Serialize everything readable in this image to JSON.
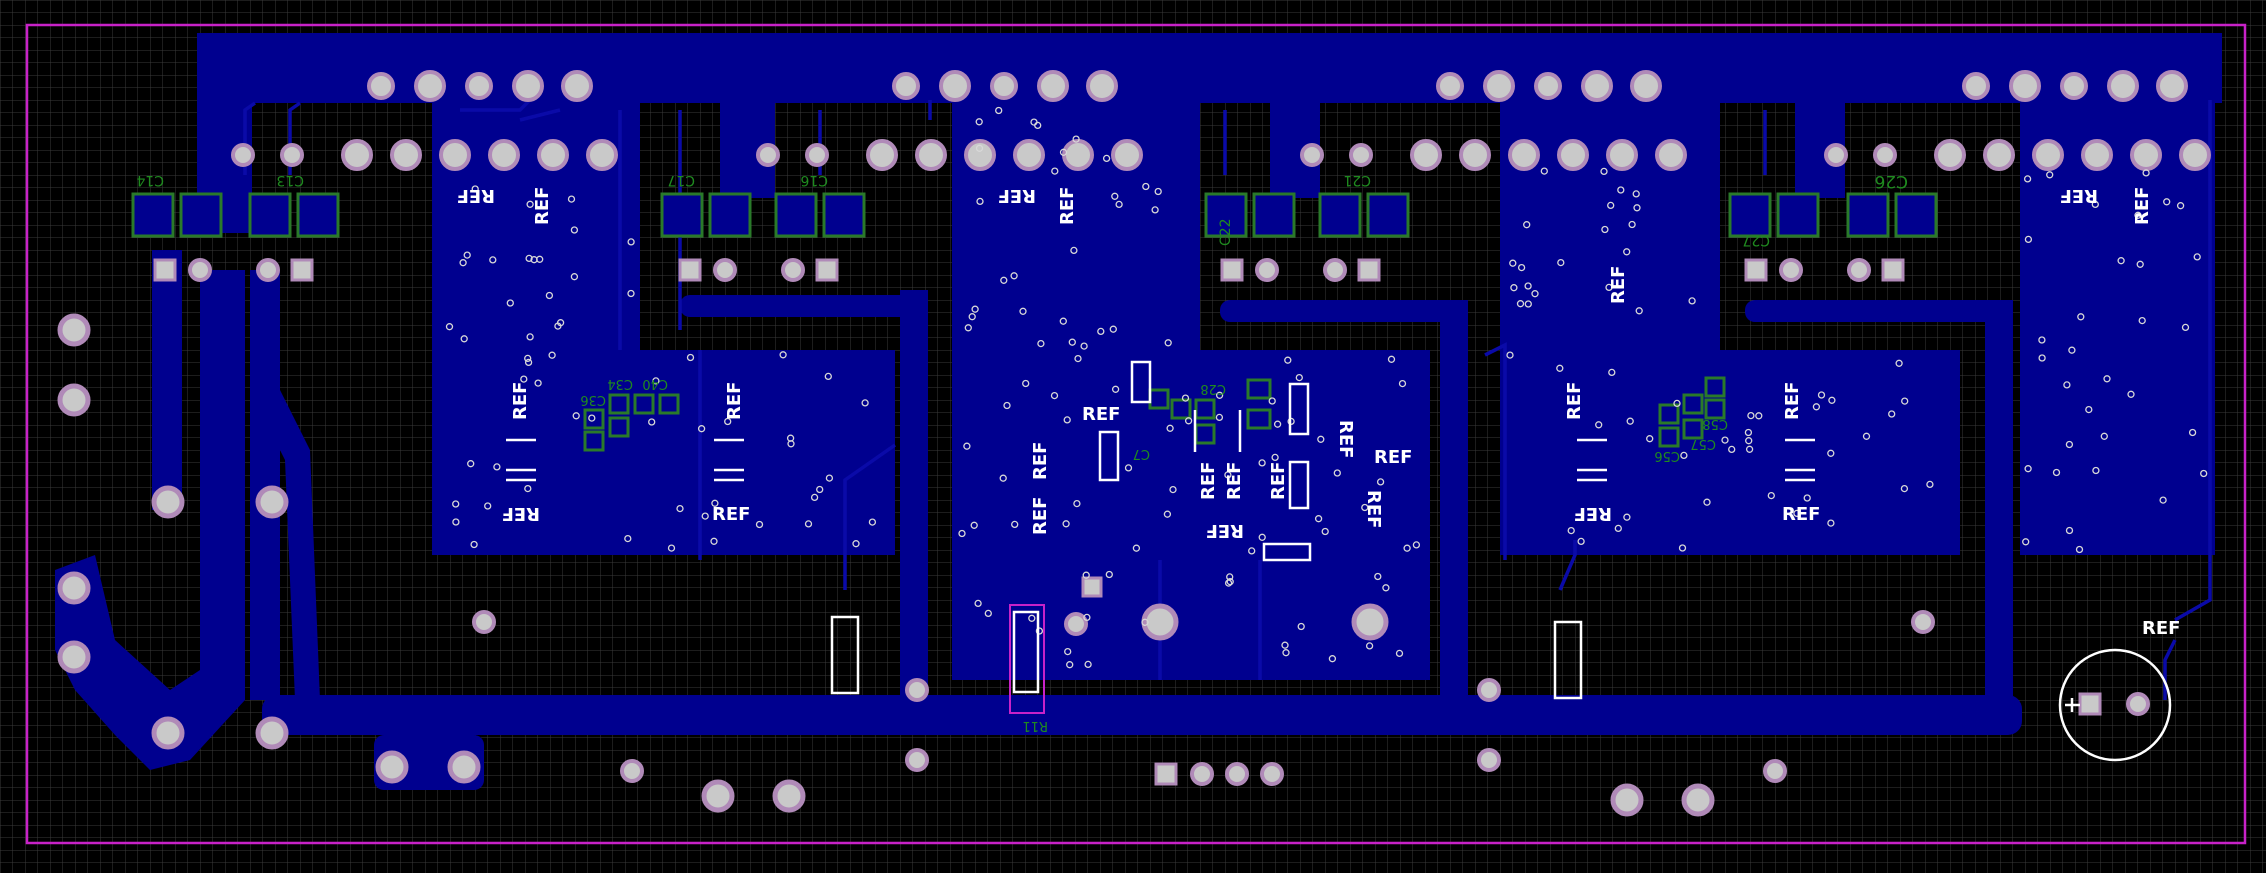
{
  "colors": {
    "background": "#000000",
    "grid": "#3a3a3a",
    "board_outline": "#c822c8",
    "copper": "#00008f",
    "trace": "#0a0aa8",
    "pad_ring": "#b08ab8",
    "pad_fill": "#c9c9c9",
    "silkscreen": "#ffffff",
    "component_outline": "#2a7a2a"
  },
  "labels": {
    "ref": "REF",
    "c14": "C14",
    "c13": "C13",
    "c17": "C17",
    "c16": "C16",
    "c22": "C22",
    "c21": "C21",
    "c27": "C27",
    "c26": "C26",
    "c36": "C36",
    "c34": "C34",
    "c40": "C40",
    "c7": "C7",
    "c28": "C28",
    "c57": "C57",
    "c56": "C56",
    "c58": "C58",
    "r11": "R11"
  }
}
